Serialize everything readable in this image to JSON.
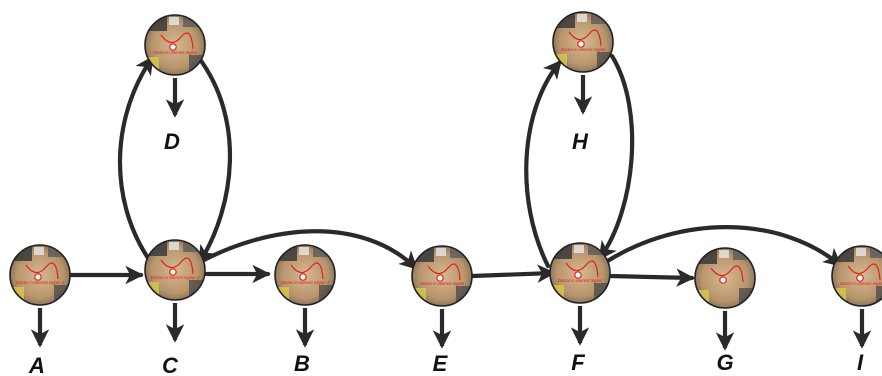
{
  "nodes": [
    {
      "id": "A",
      "label": "A",
      "caption": "Doctor in interest region 4"
    },
    {
      "id": "C",
      "label": "C",
      "caption": "Doctor in interest region 2"
    },
    {
      "id": "B",
      "label": "B",
      "caption": "Doctor in interest region 4"
    },
    {
      "id": "E",
      "label": "E",
      "caption": "Doctor in interest region"
    },
    {
      "id": "F",
      "label": "F",
      "caption": "Doctor in interest region"
    },
    {
      "id": "G",
      "label": "G",
      "caption": ""
    },
    {
      "id": "I",
      "label": "I",
      "caption": "Doctor in interest region"
    },
    {
      "id": "D",
      "label": "D",
      "caption": "Doctor in interest region"
    },
    {
      "id": "H",
      "label": "H",
      "caption": "Doctor in interest region"
    }
  ],
  "edges": [
    {
      "from": "A",
      "to": "C"
    },
    {
      "from": "C",
      "to": "B"
    },
    {
      "from": "C",
      "to": "D"
    },
    {
      "from": "D",
      "to": "C"
    },
    {
      "from": "C",
      "to": "E"
    },
    {
      "from": "E",
      "to": "F"
    },
    {
      "from": "F",
      "to": "G"
    },
    {
      "from": "F",
      "to": "H"
    },
    {
      "from": "H",
      "to": "F"
    },
    {
      "from": "F",
      "to": "I"
    }
  ],
  "colors": {
    "arrow": "#2a2a2a",
    "label": "#111111",
    "path": "#e0201c",
    "floor": "#c4a47e"
  }
}
